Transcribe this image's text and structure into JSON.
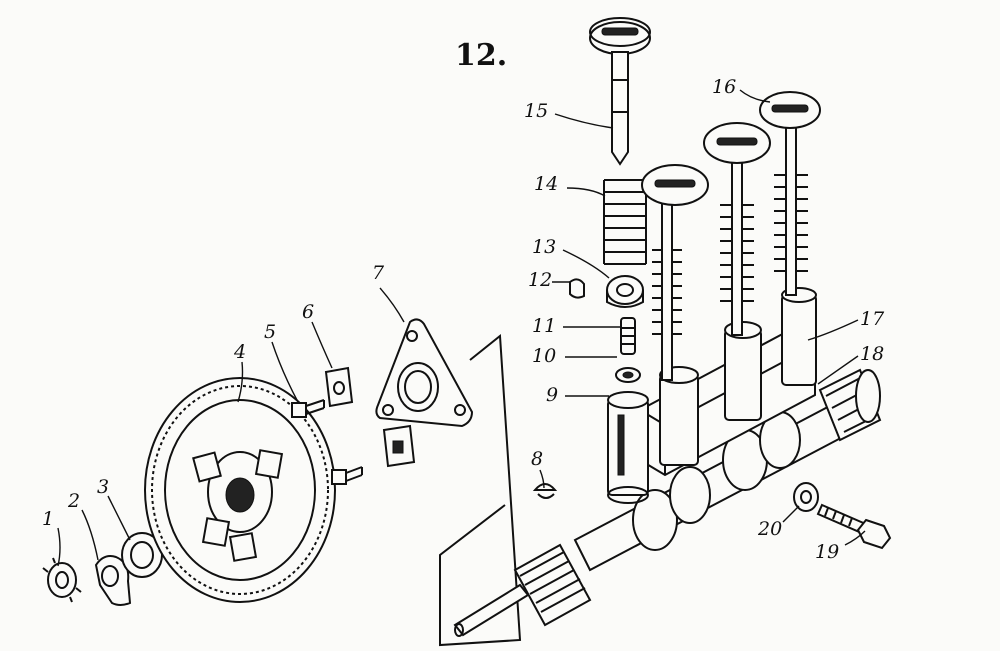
{
  "figure": {
    "title": "12.",
    "callouts": [
      {
        "id": "c1",
        "text": "1"
      },
      {
        "id": "c2",
        "text": "2"
      },
      {
        "id": "c3",
        "text": "3"
      },
      {
        "id": "c4",
        "text": "4"
      },
      {
        "id": "c5",
        "text": "5"
      },
      {
        "id": "c6",
        "text": "6"
      },
      {
        "id": "c7",
        "text": "7"
      },
      {
        "id": "c8",
        "text": "8"
      },
      {
        "id": "c9",
        "text": "9"
      },
      {
        "id": "c10",
        "text": "10"
      },
      {
        "id": "c11",
        "text": "11"
      },
      {
        "id": "c12",
        "text": "12"
      },
      {
        "id": "c13",
        "text": "13"
      },
      {
        "id": "c14",
        "text": "14"
      },
      {
        "id": "c15",
        "text": "15"
      },
      {
        "id": "c16",
        "text": "16"
      },
      {
        "id": "c17",
        "text": "17"
      },
      {
        "id": "c18",
        "text": "18"
      },
      {
        "id": "c19",
        "text": "19"
      },
      {
        "id": "c20",
        "text": "20"
      }
    ]
  }
}
